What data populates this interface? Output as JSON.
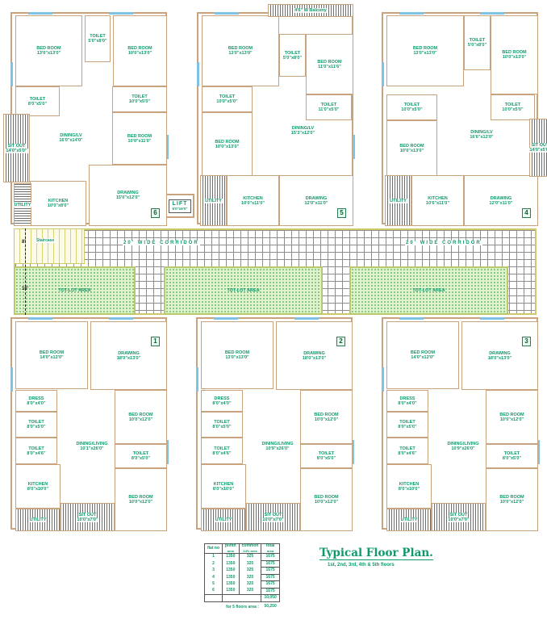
{
  "flats_top": [
    {
      "number": "6",
      "layout": "A",
      "rooms": [
        {
          "name": "BED ROOM",
          "dim": "13'0\"x13'0\""
        },
        {
          "name": "TOILET",
          "dim": "5'0\"x8'0\""
        },
        {
          "name": "BED ROOM",
          "dim": "10'0\"x13'0\""
        },
        {
          "name": "TOILET",
          "dim": "8'0\"x5'0\""
        },
        {
          "name": "TOILET",
          "dim": "10'0\"x5'0\""
        },
        {
          "name": "BED ROOM",
          "dim": "10'0\"x11'0\""
        },
        {
          "name": "DINING/LV",
          "dim": "16'0\"x14'0\""
        },
        {
          "name": "SIT OUT",
          "dim": "14'0\"x5'0\""
        },
        {
          "name": "KITCHEN",
          "dim": "10'0\"x8'0\""
        },
        {
          "name": "UTILITY",
          "dim": ""
        },
        {
          "name": "DRAWING",
          "dim": "15'0\"x12'0\""
        }
      ]
    },
    {
      "number": "5",
      "layout": "B",
      "balcony": "4'6\" W Balcony",
      "rooms": [
        {
          "name": "BED ROOM",
          "dim": "13'0\"x13'0\""
        },
        {
          "name": "TOILET",
          "dim": "5'0\"x8'0\""
        },
        {
          "name": "BED ROOM",
          "dim": "11'0\"x11'6\""
        },
        {
          "name": "TOILET",
          "dim": "10'0\"x5'0\""
        },
        {
          "name": "BED ROOM",
          "dim": "10'0\"x13'0\""
        },
        {
          "name": "TOILET",
          "dim": "11'0\"x5'0\""
        },
        {
          "name": "DINING/LV",
          "dim": "15'3\"x12'0\""
        },
        {
          "name": "KITCHEN",
          "dim": "10'0\"x11'0\""
        },
        {
          "name": "UTILITY",
          "dim": ""
        },
        {
          "name": "DRAWING",
          "dim": "12'0\"x11'0\""
        }
      ]
    },
    {
      "number": "4",
      "layout": "C",
      "rooms": [
        {
          "name": "BED ROOM",
          "dim": "13'0\"x13'0\""
        },
        {
          "name": "TOILET",
          "dim": "5'0\"x8'0\""
        },
        {
          "name": "BED ROOM",
          "dim": "10'0\"x13'0\""
        },
        {
          "name": "TOILET",
          "dim": "10'0\"x5'0\""
        },
        {
          "name": "BED ROOM",
          "dim": "10'0\"x13'0\""
        },
        {
          "name": "TOILET",
          "dim": "10'0\"x5'0\""
        },
        {
          "name": "DINING/LV",
          "dim": "16'6\"x12'0\""
        },
        {
          "name": "KITCHEN",
          "dim": "10'6\"x11'0\""
        },
        {
          "name": "UTILITY",
          "dim": ""
        },
        {
          "name": "DRAWING",
          "dim": "12'0\"x11'0\""
        },
        {
          "name": "SIT OUT",
          "dim": "14'0\"x5'0\""
        }
      ]
    }
  ],
  "flats_bottom": [
    {
      "number": "1",
      "rooms": [
        {
          "name": "BED ROOM",
          "dim": "14'0\"x12'0\""
        },
        {
          "name": "DRAWING",
          "dim": "18'0\"x13'0\""
        },
        {
          "name": "DRESS",
          "dim": "8'0\"x4'0\""
        },
        {
          "name": "TOILET",
          "dim": "8'0\"x5'0\""
        },
        {
          "name": "TOILET",
          "dim": "8'0\"x4'6\""
        },
        {
          "name": "DINING/LIVING",
          "dim": "10'1\"x26'0\""
        },
        {
          "name": "BED ROOM",
          "dim": "10'0\"x12'0\""
        },
        {
          "name": "TOILET",
          "dim": "8'0\"x5'0\""
        },
        {
          "name": "BED ROOM",
          "dim": "10'0\"x12'0\""
        },
        {
          "name": "KITCHEN",
          "dim": "8'0\"x10'0\""
        },
        {
          "name": "UTILITY",
          "dim": ""
        },
        {
          "name": "SIT OUT",
          "dim": "10'0\"x7'0\""
        }
      ]
    },
    {
      "number": "2",
      "rooms": [
        {
          "name": "BED ROOM",
          "dim": "13'0\"x13'0\""
        },
        {
          "name": "DRAWING",
          "dim": "18'0\"x13'0\""
        },
        {
          "name": "DRESS",
          "dim": "8'0\"x4'0\""
        },
        {
          "name": "TOILET",
          "dim": "8'0\"x5'0\""
        },
        {
          "name": "TOILET",
          "dim": "8'0\"x4'6\""
        },
        {
          "name": "DINING/LIVING",
          "dim": "10'9\"x26'0\""
        },
        {
          "name": "BED ROOM",
          "dim": "10'0\"x12'0\""
        },
        {
          "name": "TOILET",
          "dim": "8'0\"x5'0\""
        },
        {
          "name": "BED ROOM",
          "dim": "10'0\"x12'0\""
        },
        {
          "name": "KITCHEN",
          "dim": "8'0\"x10'0\""
        },
        {
          "name": "UTILITY",
          "dim": ""
        },
        {
          "name": "SIT OUT",
          "dim": "10'0\"x7'0\""
        }
      ]
    },
    {
      "number": "3",
      "rooms": [
        {
          "name": "BED ROOM",
          "dim": "14'0\"x12'0\""
        },
        {
          "name": "DRAWING",
          "dim": "18'0\"x13'0\""
        },
        {
          "name": "DRESS",
          "dim": "8'0\"x4'0\""
        },
        {
          "name": "TOILET",
          "dim": "8'0\"x5'0\""
        },
        {
          "name": "TOILET",
          "dim": "8'0\"x4'6\""
        },
        {
          "name": "DINING/LIVING",
          "dim": "10'9\"x26'0\""
        },
        {
          "name": "BED ROOM",
          "dim": "10'0\"x12'0\""
        },
        {
          "name": "TOILET",
          "dim": "8'0\"x5'0\""
        },
        {
          "name": "BED ROOM",
          "dim": "10'0\"x12'0\""
        },
        {
          "name": "KITCHEN",
          "dim": "8'0\"x10'0\""
        },
        {
          "name": "UTILITY",
          "dim": ""
        },
        {
          "name": "SIT OUT",
          "dim": "10'0\"x7'0\""
        }
      ]
    }
  ],
  "lift": {
    "label": "LIFT",
    "dim": "6'0\"x6'0\""
  },
  "corridor": {
    "label": "20' WIDE CORRIDOR",
    "staircase": "Staircase",
    "totlot": "TOT-LOT AREA",
    "dim_top": "8'",
    "dim_bottom": "16'"
  },
  "area_table": {
    "headers": [
      {
        "main": "flat no",
        "sub": ""
      },
      {
        "main": "plinth",
        "sub": "area"
      },
      {
        "main": "common",
        "sub": "24% area"
      },
      {
        "main": "total",
        "sub": "area"
      }
    ],
    "rows": [
      [
        "1",
        "1350",
        "325",
        "1675"
      ],
      [
        "2",
        "1350",
        "325",
        "1675"
      ],
      [
        "3",
        "1350",
        "325",
        "1675"
      ],
      [
        "4",
        "1350",
        "325",
        "1675"
      ],
      [
        "5",
        "1350",
        "325",
        "1675"
      ],
      [
        "6",
        "1350",
        "325",
        "1675"
      ]
    ],
    "sum_total": "10,050",
    "floors_label": "for 5 floors area :",
    "floors_total": "50,250"
  },
  "title": "Typical Floor Plan.",
  "subtitle": "1st, 2nd, 3rd, 4th & 5th floors",
  "colors": {
    "wall": "#c9a27e",
    "label": "#0f9a6c",
    "window": "#7ec3e6",
    "totlot": "#dff3cf"
  }
}
